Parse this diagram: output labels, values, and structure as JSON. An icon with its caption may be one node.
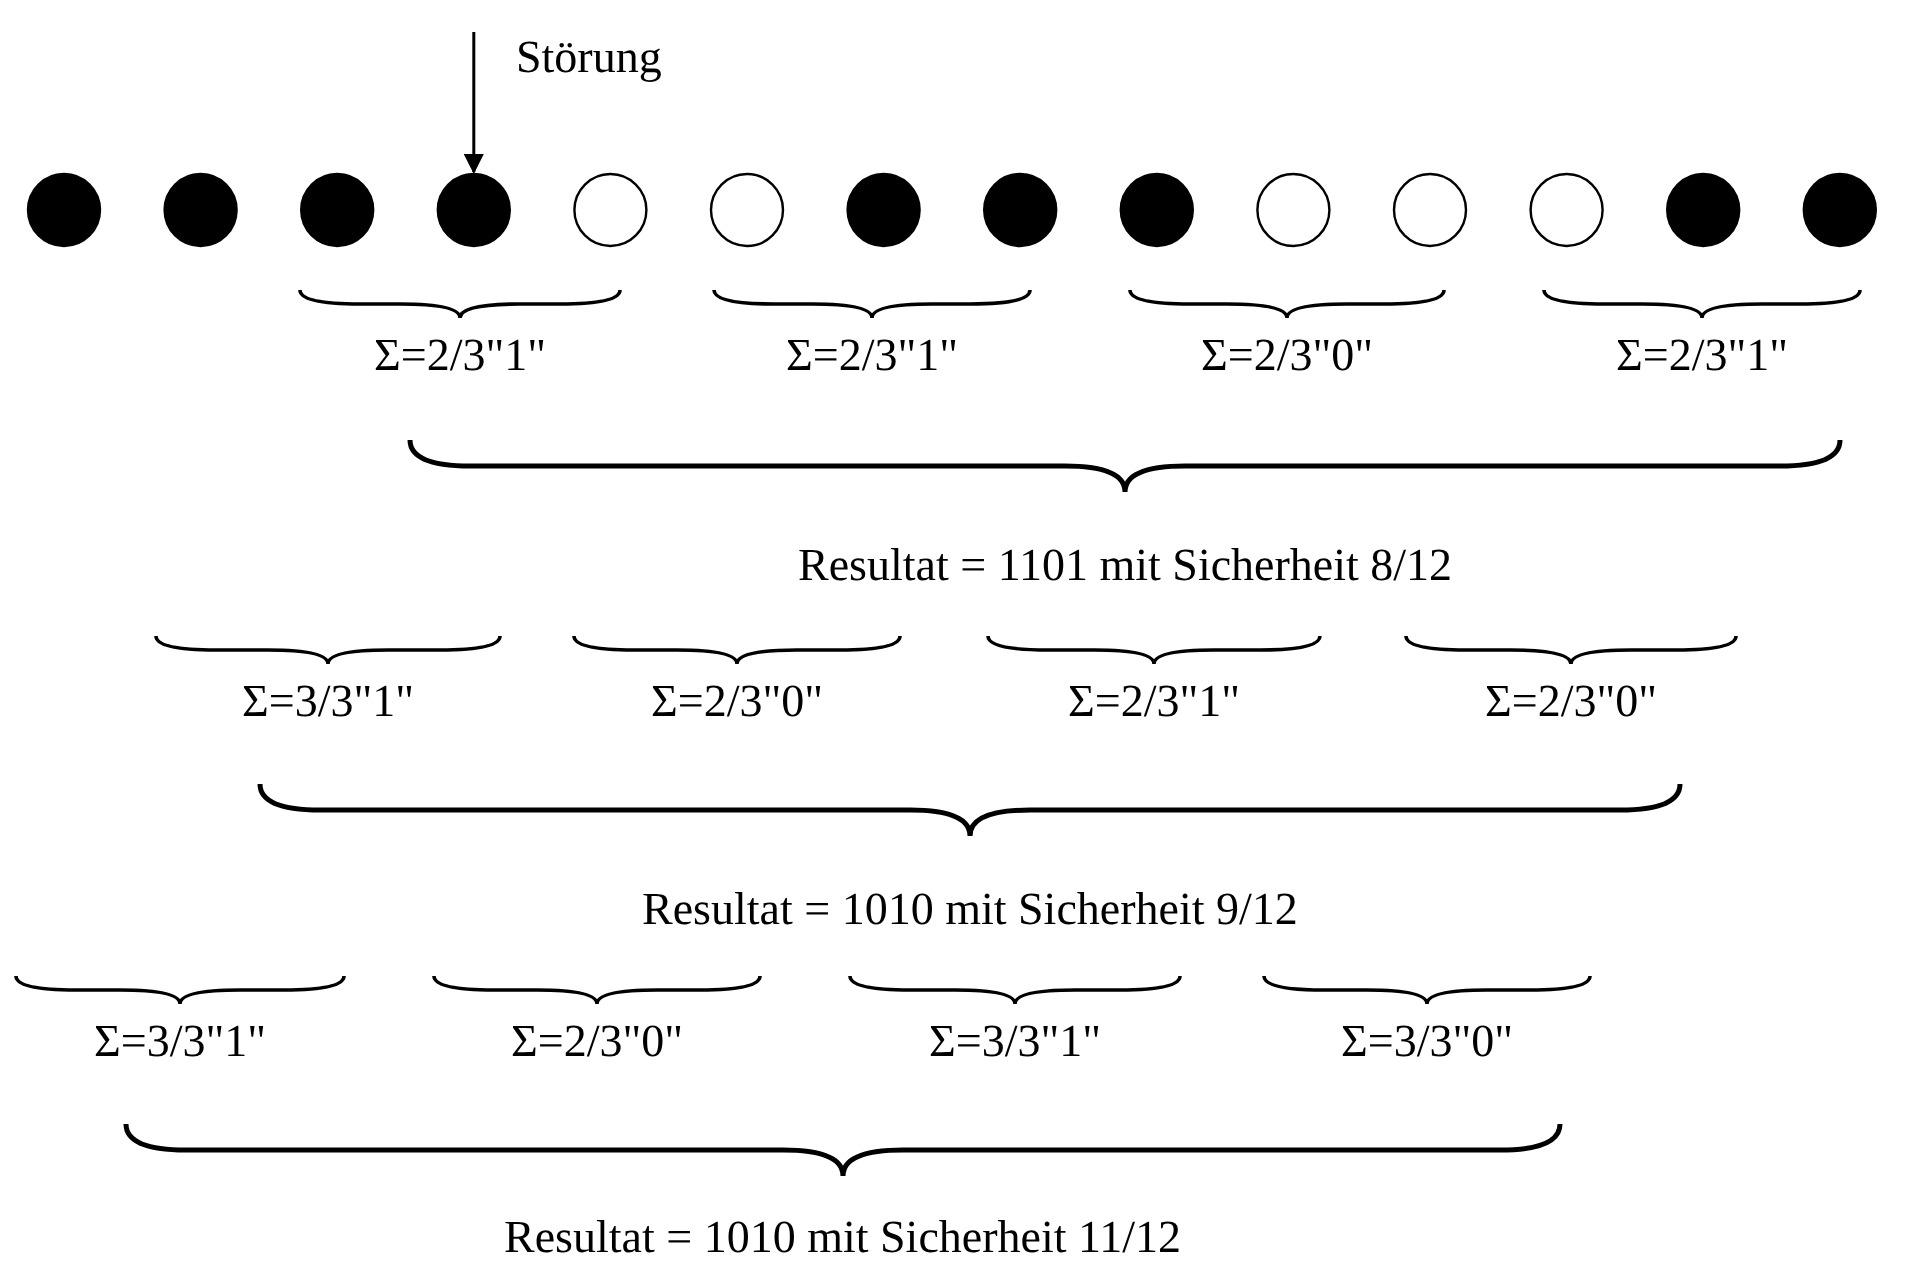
{
  "diagram": {
    "nodes": [
      {
        "text": [
          "Störung"
        ]
      },
      {
        "text": [],
        "shape": "disc"
      },
      {
        "text": [],
        "shape": "disc"
      },
      {
        "text": [],
        "shape": "disc"
      },
      {
        "text": [],
        "shape": "disc"
      },
      {
        "text": [],
        "shape": "circle"
      },
      {
        "text": [],
        "shape": "circle"
      },
      {
        "text": [],
        "shape": "disc"
      },
      {
        "text": [],
        "shape": "disc"
      },
      {
        "text": [],
        "shape": "disc"
      },
      {
        "text": [],
        "shape": "circle"
      },
      {
        "text": [],
        "shape": "circle"
      },
      {
        "text": [],
        "shape": "circle"
      },
      {
        "text": [],
        "shape": "disc"
      },
      {
        "text": [],
        "shape": "disc"
      }
    ],
    "edges": [
      {
        "from": 0,
        "to": 4,
        "arrow": "to"
      }
    ],
    "labels": [
      "Σ=2/3\"1\"",
      "Σ=2/3\"1\"",
      "Σ=2/3\"0\"",
      "Σ=2/3\"1\"",
      "Resultat = 1101 mit Sicherheit 8/12",
      "Σ=3/3\"1\"",
      "Σ=2/3\"0\"",
      "Σ=2/3\"1\"",
      "Σ=2/3\"0\"",
      "Resultat = 1010 mit Sicherheit 9/12",
      "Σ=3/3\"1\"",
      "Σ=2/3\"0\"",
      "Σ=3/3\"1\"",
      "Σ=3/3\"0\"",
      "Resultat = 1010 mit Sicherheit 11/12"
    ]
  }
}
